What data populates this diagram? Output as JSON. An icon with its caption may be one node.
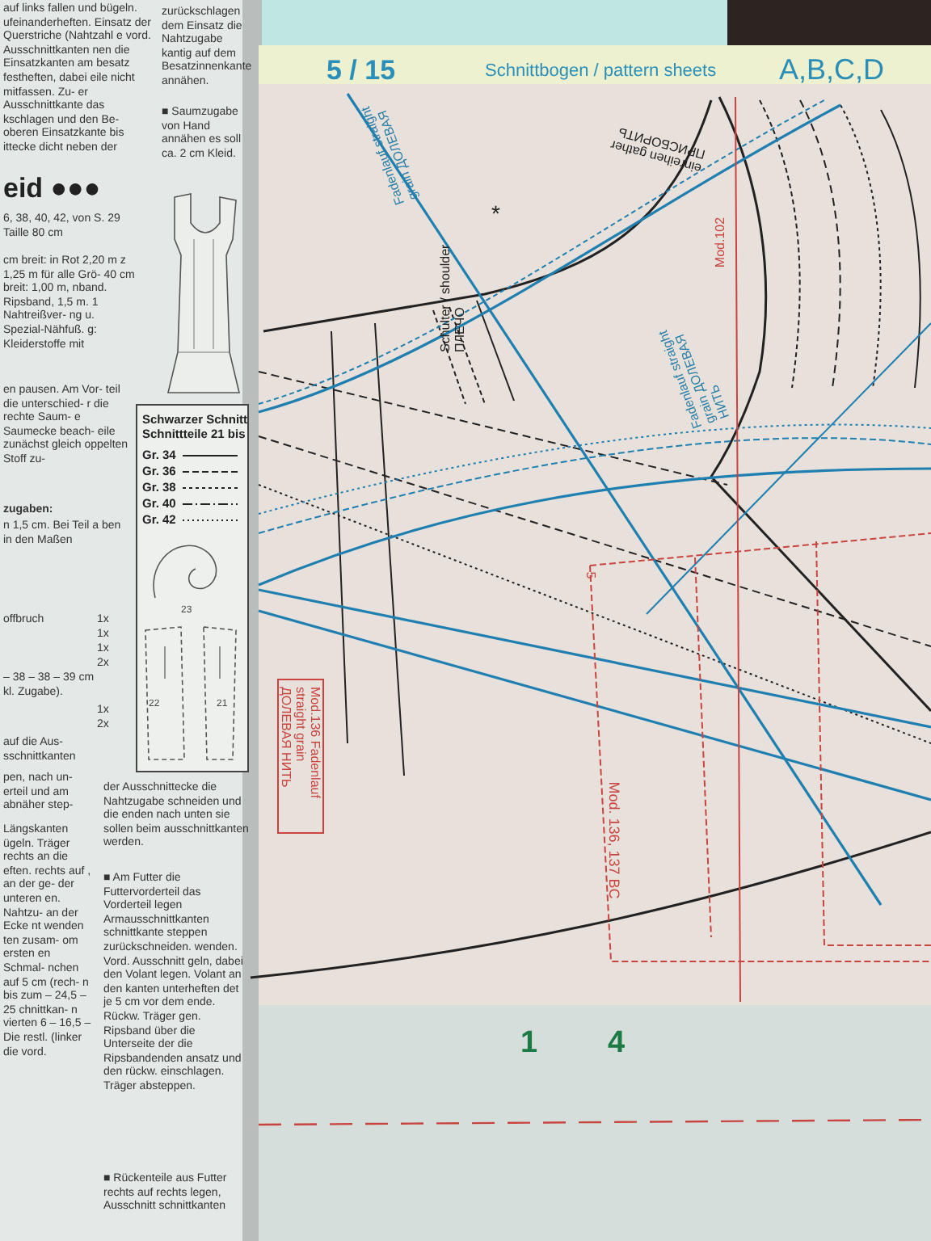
{
  "diagram": {
    "labels": [
      "5 / 15",
      "Schnittbogen / pattern sheets",
      "A,B,C,D",
      "Fadenlauf straight grain ДОЛЕВАЯ",
      "einreihen gather ПРИСБОРИТЬ",
      "Schulter / shoulder ПЛЕЧО",
      "*",
      "Mod.102",
      "Fadenlauf straight grain ДОЛЕВАЯ НИТЬ",
      "Mod.136 Fadenlauf straight grain ДОЛЕВАЯ НИТЬ",
      "5",
      "Mod. 136, 137 BC",
      "1",
      "4",
      "auf links fallen und bügeln. ufeinanderheften. Einsatz der Querstriche (Nahtzahl e vord. Ausschnittkanten nen die Einsatzkanten am besatz festheften, dabei eile nicht mitfassen. Zu- er Ausschnittkante das kschlagen und den Be- oberen Einsatzkante bis ittecke dicht neben der",
      "zurückschlagen dem Einsatz die Nahtzugabe kantig auf dem Besatzinnenkante annähen.",
      "■ Saumzugabe von Hand annähen es soll ca. 2 cm Kleid.",
      "eid ●●●",
      "6, 38, 40, 42, von S. 29",
      "Taille 80 cm",
      "cm breit: in Rot 2,20 m z 1,25 m für alle Grö- 40 cm breit: 1,00 m, nband. Ripsband, 1,5 m. 1 Nahtreißver- ng u. Spezial-Nähfuß. g: Kleiderstoffe mit",
      "en pausen. Am Vor- teil die unterschied- r die rechte Saum- e Saumecke beach- eile zunächst gleich oppelten Stoff zu-",
      "zugaben:",
      "n 1,5 cm. Bei Teil a ben in den Maßen",
      "offbruch",
      "1x",
      "1x",
      "1x",
      "2x",
      "– 38 – 38 – 39 cm",
      "kl. Zugabe).",
      "1x",
      "2x",
      "auf die Aus- sschnittkanten",
      "pen, nach un- erteil und am abnäher step-",
      "Längskanten ügeln. Träger rechts an die eften. rechts auf , an der ge- der unteren en. Nahtzu- an der Ecke nt wenden ten zusam- om ersten en Schmal- nchen auf 5 cm (rech- n bis zum – 24,5 – 25 chnittkan- n vierten 6 – 16,5 – Die restl. (linker die vord.",
      "Schwarzer Schnitt",
      "Schnittteile 21 bis",
      "23",
      "22",
      "21",
      "der Ausschnittecke die Nahtzugabe schneiden und die enden nach unten sie sollen beim ausschnittkanten werden.",
      "■ Am Futter die Futtervorderteil das Vorderteil legen Armausschnittkanten schnittkante steppen zurückschneiden. wenden. Vord. Ausschnitt geln, dabei den Volant legen. Volant an den kanten unterheften det je 5 cm vor dem ende. Rückw. Träger gen. Ripsband über die Unterseite der die Ripsbandenden ansatz und den rückw. einschlagen. Träger absteppen.",
      "■ Rückenteile aus Futter rechts auf rechts legen, Ausschnitt schnittkanten"
    ],
    "legend": [
      {
        "text": "Gr. 34"
      },
      {
        "text": "Gr. 36"
      },
      {
        "text": "Gr. 38"
      },
      {
        "text": "Gr. 40"
      },
      {
        "text": "Gr. 42"
      }
    ]
  }
}
